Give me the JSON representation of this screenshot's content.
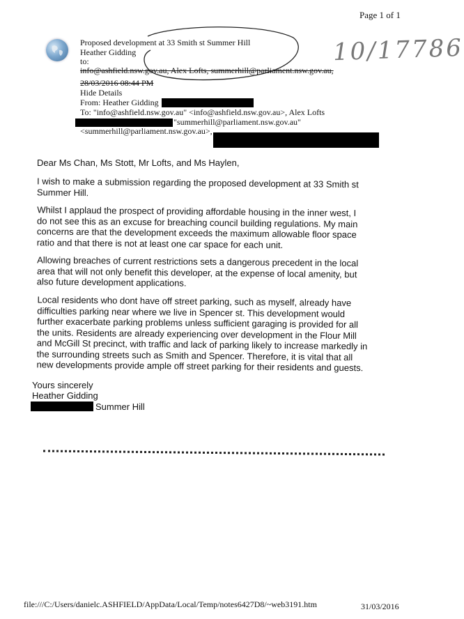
{
  "page_number": "Page 1 of 1",
  "handwritten_ref": "10/17786",
  "email": {
    "subject": "Proposed development at 33 Smith st Summer Hill",
    "sender_name": "Heather Gidding",
    "to_label": "to:",
    "recipients_line": "info@ashfield.nsw.gov.au, Alex Lofts, summerhill@parliament.nsw.gov.au,",
    "datetime": "28/03/2016 08:44 PM",
    "hide_details": "Hide Details",
    "from_line": "From: Heather Gidding",
    "to_line": "To: \"info@ashfield.nsw.gov.au\" <info@ashfield.nsw.gov.au>, Alex Lofts",
    "to_line2": "\"summerhill@parliament.nsw.gov.au\"",
    "to_line3": "<summerhill@parliament.nsw.gov.au>,"
  },
  "letter": {
    "salutation": "Dear Ms Chan, Ms Stott, Mr Lofts, and Ms Haylen,",
    "p1": [
      "I wish to make a submission regarding the proposed development at 33 Smith st",
      "Summer Hill."
    ],
    "p2": [
      "Whilst I applaud the prospect of providing affordable housing in the inner west, I",
      "do not see this as an excuse for breaching council building regulations. My main",
      "concerns are that the development exceeds the maximum allowable floor space",
      "ratio and that there is not at least one car space for each unit."
    ],
    "p3": [
      "Allowing breaches of current restrictions sets a dangerous precedent in the local",
      "area that will not only benefit this developer, at the expense of local amenity, but",
      "also future development applications."
    ],
    "p4": [
      "Local residents who dont have off street parking, such as myself, already have",
      "difficulties parking  near where we live in Spencer st. This development would",
      "further exacerbate parking problems unless sufficient garaging is provided for all",
      "the units. Residents are already experiencing over development in the Flour Mill",
      "and McGill St precinct, with traffic and lack of parking likely to increase markedly in",
      "the surrounding streets such as Smith and Spencer. Therefore, it is vital that all",
      "new developments provide ample off street parking for their residents and guests."
    ],
    "closing": "Yours sincerely",
    "signoff_name": "Heather Gidding",
    "signoff_suburb": "Summer Hill"
  },
  "footer": {
    "file_path": "file:///C:/Users/danielc.ASHFIELD/AppData/Local/Temp/notes6427D8/~web3191.htm",
    "date": "31/03/2016"
  }
}
